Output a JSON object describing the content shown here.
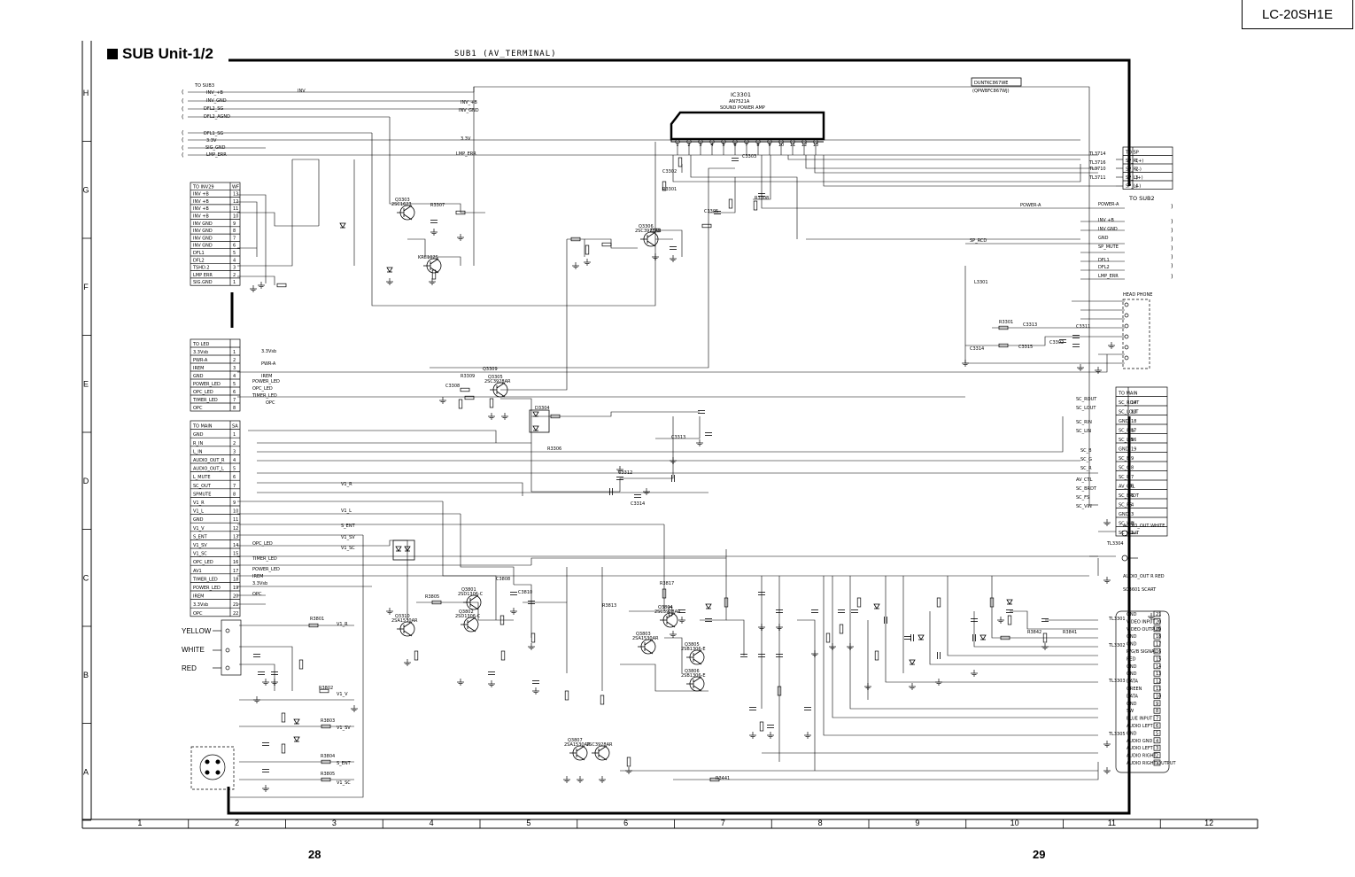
{
  "header": {
    "model": "LC-20SH1E"
  },
  "title": {
    "text": "SUB Unit-1/2",
    "subtitle": "SUB1 (AV_TERMINAL)"
  },
  "pages": {
    "left": "28",
    "right": "29"
  },
  "grid": {
    "columns": [
      "1",
      "2",
      "3",
      "4",
      "5",
      "6",
      "7",
      "8",
      "9",
      "10",
      "11",
      "12"
    ],
    "rows": [
      "H",
      "G",
      "F",
      "E",
      "D",
      "C",
      "B",
      "A"
    ]
  },
  "board_ids": {
    "top": "DUNTKC867WE",
    "bottom": "(QPWBFC867WJ)"
  },
  "ic": {
    "ref": "IC3301",
    "part": "AN7521A",
    "desc": "SOUND POWER AMP"
  },
  "connectors": {
    "to_sub3": "TO SUB3",
    "to_inv": {
      "title": "TO INV29",
      "sub": "WF",
      "pins": [
        {
          "name": "INV +B",
          "pin": "13"
        },
        {
          "name": "INV +B",
          "pin": "12"
        },
        {
          "name": "INV +B",
          "pin": "11"
        },
        {
          "name": "INV +B",
          "pin": "10"
        },
        {
          "name": "INV GND",
          "pin": "9"
        },
        {
          "name": "INV GND",
          "pin": "8"
        },
        {
          "name": "INV GND",
          "pin": "7"
        },
        {
          "name": "INV GND",
          "pin": "6"
        },
        {
          "name": "DFL1",
          "pin": "5"
        },
        {
          "name": "DFL2",
          "pin": "4"
        },
        {
          "name": "TSHD.2",
          "pin": "3"
        },
        {
          "name": "LMP ERR",
          "pin": "2"
        },
        {
          "name": "SIG.GND",
          "pin": "1"
        }
      ]
    },
    "to_led": {
      "title": "TO LED",
      "pins": [
        {
          "name": "3.3Vsb",
          "pin": "1"
        },
        {
          "name": "PWR-A",
          "pin": "2"
        },
        {
          "name": "IREM",
          "pin": "3"
        },
        {
          "name": "GND",
          "pin": "4"
        },
        {
          "name": "POWER_LED",
          "pin": "5"
        },
        {
          "name": "OPC_LED",
          "pin": "6"
        },
        {
          "name": "TIMER_LED",
          "pin": "7"
        },
        {
          "name": "OPC",
          "pin": "8"
        }
      ]
    },
    "to_main": {
      "title": "TO MAIN",
      "sub": "SA",
      "pins": [
        {
          "name": "GND",
          "pin": "1"
        },
        {
          "name": "R_IN",
          "pin": "2"
        },
        {
          "name": "L_IN",
          "pin": "3"
        },
        {
          "name": "AUDIO_OUT_R",
          "pin": "4"
        },
        {
          "name": "AUDIO_OUT_L",
          "pin": "5"
        },
        {
          "name": "L_MUTE",
          "pin": "6"
        },
        {
          "name": "SC_OUT",
          "pin": "7"
        },
        {
          "name": "SPMUTE",
          "pin": "8"
        },
        {
          "name": "V1_R",
          "pin": "9"
        },
        {
          "name": "V1_L",
          "pin": "10"
        },
        {
          "name": "GND",
          "pin": "11"
        },
        {
          "name": "V1_V",
          "pin": "12"
        },
        {
          "name": "S_ENT",
          "pin": "13"
        },
        {
          "name": "V1_SV",
          "pin": "14"
        },
        {
          "name": "V1_SC",
          "pin": "15"
        },
        {
          "name": "OPC_LED",
          "pin": "16"
        },
        {
          "name": "AV1",
          "pin": "17"
        },
        {
          "name": "TIMER_LED",
          "pin": "18"
        },
        {
          "name": "POWER_LED",
          "pin": "19"
        },
        {
          "name": "IREM",
          "pin": "20"
        },
        {
          "name": "3.3Vsb",
          "pin": "21"
        },
        {
          "name": "OPC",
          "pin": "22"
        }
      ]
    },
    "to_sp": {
      "title": "TO SP",
      "pins": [
        {
          "name": "SP_R(+)",
          "pin": "1"
        },
        {
          "name": "SP_R(-)",
          "pin": "2"
        },
        {
          "name": "SP_L(+)",
          "pin": "3"
        },
        {
          "name": "SP_L(-)",
          "pin": "4"
        }
      ]
    },
    "to_sub2": "TO SUB2",
    "to_main2": {
      "title": "TO MAIN",
      "pins": [
        {
          "name": "SC_ROUT",
          "pin": "14"
        },
        {
          "name": "SC_LOUT",
          "pin": "13"
        },
        {
          "name": "GND",
          "pin": "18"
        },
        {
          "name": "SC_RIN",
          "pin": "17"
        },
        {
          "name": "SC_LIN",
          "pin": "16"
        },
        {
          "name": "GND",
          "pin": "19"
        },
        {
          "name": "SC_B",
          "pin": "9"
        },
        {
          "name": "SC_G",
          "pin": "8"
        },
        {
          "name": "SC_R",
          "pin": "7"
        },
        {
          "name": "AV_CTL",
          "pin": "6"
        },
        {
          "name": "SC_BRDT",
          "pin": "5"
        },
        {
          "name": "SC_FS",
          "pin": "4"
        },
        {
          "name": "GND",
          "pin": "3"
        },
        {
          "name": "SC_VIN",
          "pin": "2"
        },
        {
          "name": "SC_VOUT",
          "pin": "1"
        }
      ]
    }
  },
  "av_inputs": [
    "YELLOW",
    "WHITE",
    "RED"
  ],
  "labels": {
    "headphone": "HEAD PHONE",
    "audio_out_white": "AUDIO_OUT WHITE",
    "audio_out_red": "AUDIO_OUT R RED",
    "scart": "SC3601 SCART",
    "transistors": [
      "Q3303",
      "Q3305",
      "Q3306",
      "Q3310",
      "Q3801",
      "Q3802",
      "Q3803",
      "Q3804",
      "Q3805",
      "Q3806",
      "Q3807"
    ],
    "transistor_parts": [
      "2SC1623",
      "KRC102S",
      "2SC3928AR",
      "2SD1306-C",
      "2SA1530AR",
      "2SB1306-E"
    ]
  },
  "scart_pins": [
    {
      "pin": "21",
      "name": "GND"
    },
    {
      "pin": "20",
      "name": "VIDEO INPUT"
    },
    {
      "pin": "19",
      "name": "VIDEO OUTPUT"
    },
    {
      "pin": "18",
      "name": "GND"
    },
    {
      "pin": "17",
      "name": "GND"
    },
    {
      "pin": "16",
      "name": "R/G/B SIGNAL"
    },
    {
      "pin": "15",
      "name": "RED"
    },
    {
      "pin": "14",
      "name": "GND"
    },
    {
      "pin": "13",
      "name": "GND"
    },
    {
      "pin": "12",
      "name": "DATA"
    },
    {
      "pin": "11",
      "name": "GREEN"
    },
    {
      "pin": "10",
      "name": "DATA"
    },
    {
      "pin": "9",
      "name": "GND"
    },
    {
      "pin": "8",
      "name": "SW"
    },
    {
      "pin": "7",
      "name": "BLUE INPUT"
    },
    {
      "pin": "6",
      "name": "AUDIO LEFT"
    },
    {
      "pin": "5",
      "name": "GND"
    },
    {
      "pin": "4",
      "name": "AUDIO GND"
    },
    {
      "pin": "3",
      "name": "AUDIO LEFT"
    },
    {
      "pin": "2",
      "name": "AUDIO RIGHT"
    },
    {
      "pin": "1",
      "name": "AUDIO RIGHT OUTPUT"
    }
  ]
}
